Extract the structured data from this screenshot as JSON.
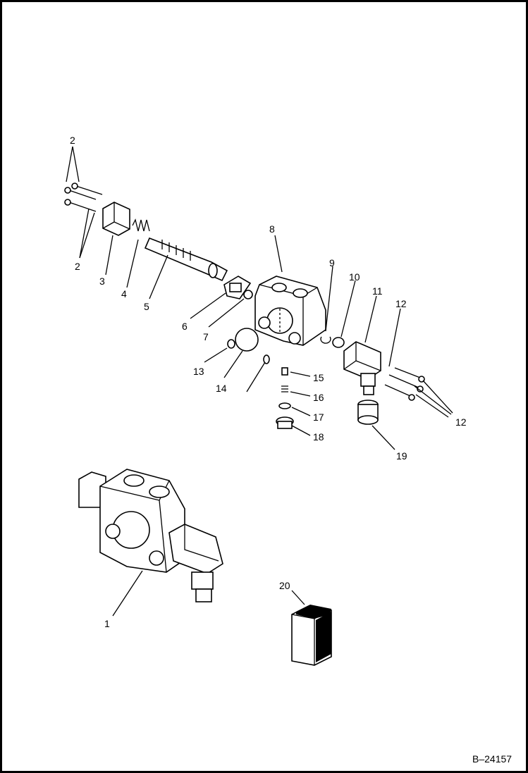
{
  "labels": {
    "n1": "1",
    "n2a": "2",
    "n2b": "2",
    "n3": "3",
    "n4": "4",
    "n5": "5",
    "n6": "6",
    "n7": "7",
    "n8": "8",
    "n9": "9",
    "n10": "10",
    "n11": "11",
    "n12a": "12",
    "n12b": "12",
    "n13": "13",
    "n14": "14",
    "n15": "15",
    "n16": "16",
    "n17": "17",
    "n18": "18",
    "n19": "19",
    "n20": "20"
  },
  "drawing_number": "B–24157"
}
